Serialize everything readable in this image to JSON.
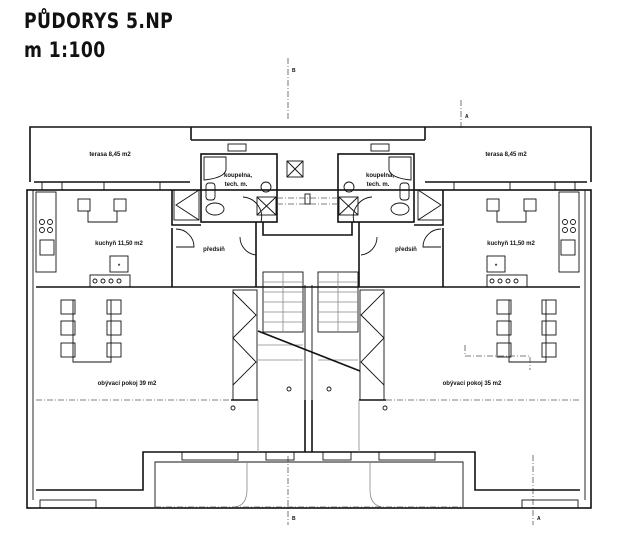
{
  "header": {
    "title": "PŮDORYS 5.NP",
    "scale": "m 1:100"
  },
  "rooms": {
    "terrace_left": "terasa 8,45 m2",
    "terrace_right": "terasa 8,45 m2",
    "bath_left_1": "koupelna,",
    "bath_left_2": "tech. m.",
    "bath_right_1": "koupelna,",
    "bath_right_2": "tech. m.",
    "kitchen_left": "kuchyň 11,50 m2",
    "kitchen_right": "kuchyň 11,50 m2",
    "hall_left": "předsíň",
    "hall_right": "předsíň",
    "living_left": "obývací pokoj 39 m2",
    "living_right": "obývací pokoj 35 m2"
  },
  "section_marks": {
    "b_top": "B",
    "a_top": "A",
    "b_bottom": "B",
    "a_bottom": "A"
  }
}
